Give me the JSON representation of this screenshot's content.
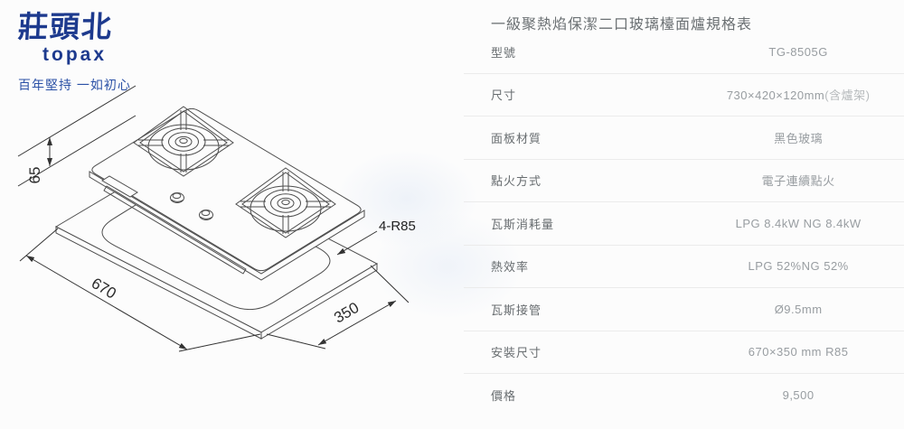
{
  "brand": {
    "name_zh": "莊頭北",
    "name_en": "topax",
    "tagline": "百年堅持 一如初心"
  },
  "drawing": {
    "dims": {
      "height": "65",
      "length": "670",
      "width": "350",
      "corner_radius": "4-R85"
    }
  },
  "spec_table": {
    "title": "一級聚熱焰保潔二口玻璃檯面爐規格表",
    "rows": [
      {
        "label": "型號",
        "value": "TG-8505G"
      },
      {
        "label": "尺寸",
        "value": "730×420×120mm",
        "value_note": "(含爐架)"
      },
      {
        "label": "面板材質",
        "value": "黑色玻璃"
      },
      {
        "label": "點火方式",
        "value": "電子連續點火"
      },
      {
        "label": "瓦斯消耗量",
        "value": "LPG 8.4kW NG 8.4kW"
      },
      {
        "label": "熱效率",
        "value": "LPG 52%NG 52%"
      },
      {
        "label": "瓦斯接管",
        "value": "Ø9.5mm"
      },
      {
        "label": "安裝尺寸",
        "value": "670×350 mm R85"
      },
      {
        "label": "價格",
        "value": "9,500"
      }
    ]
  }
}
